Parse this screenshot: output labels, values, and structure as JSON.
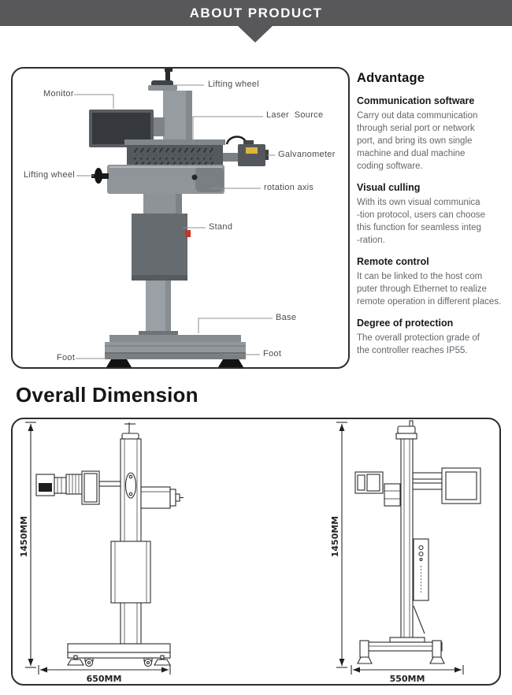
{
  "banner": {
    "title": "ABOUT PRODUCT"
  },
  "product_panel": {
    "labels": [
      {
        "id": "lifting-wheel-top",
        "text": "Lifting wheel"
      },
      {
        "id": "monitor",
        "text": "Monitor"
      },
      {
        "id": "laser-source",
        "text": "Laser  Source"
      },
      {
        "id": "galvanometer",
        "text": "Galvanometer"
      },
      {
        "id": "lifting-wheel-left",
        "text": "Lifting wheel"
      },
      {
        "id": "rotation-axis",
        "text": "rotation axis"
      },
      {
        "id": "stand",
        "text": "Stand"
      },
      {
        "id": "base",
        "text": "Base"
      },
      {
        "id": "foot-right",
        "text": "Foot"
      },
      {
        "id": "foot-left",
        "text": "Foot"
      }
    ]
  },
  "advantage": {
    "title": "Advantage",
    "sections": [
      {
        "heading": "Communication software",
        "lines": [
          "Carry out data communication",
          "through serial port or network",
          "port, and bring its own single",
          "machine and dual machine",
          "coding software."
        ]
      },
      {
        "heading": "Visual culling",
        "lines": [
          "With its own visual communica",
          "-tion protocol, users can choose",
          "this function for seamless integ",
          "-ration."
        ]
      },
      {
        "heading": "Remote control",
        "lines": [
          "It can be linked to the host com",
          "puter through Ethernet to realize",
          "remote operation in different places."
        ]
      },
      {
        "heading": "Degree of protection",
        "lines": [
          "The overall protection grade of",
          "the controller reaches IP55."
        ]
      }
    ]
  },
  "dimensions": {
    "title": "Overall Dimension",
    "front_view": {
      "height_label": "1450MM",
      "width_label": "650MM"
    },
    "side_view": {
      "height_label": "1450MM",
      "width_label": "550MM"
    }
  },
  "colors": {
    "banner_bg": "#58585a",
    "machine_gray": "#90959a",
    "machine_dark": "#55595d",
    "galvo_label_yellow": "#dfb43c",
    "emergency_red": "#c0392b",
    "drawing_line": "#2b2b2b"
  }
}
